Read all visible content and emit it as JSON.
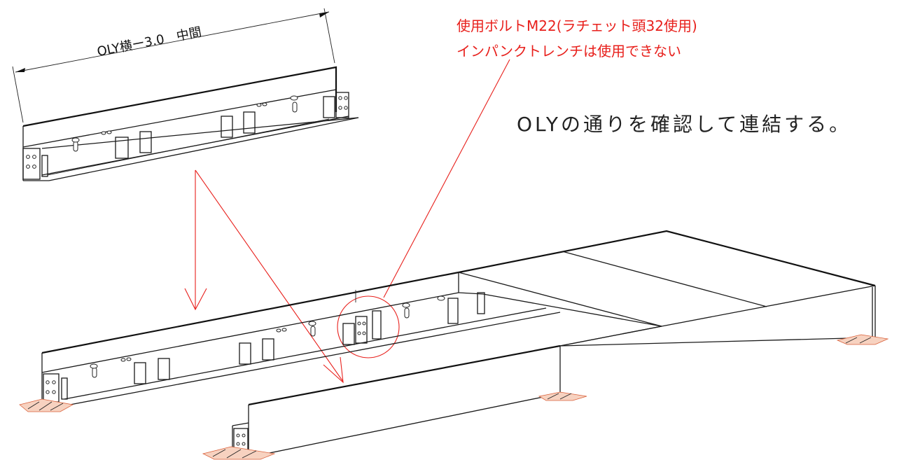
{
  "annotations": {
    "bolt_note_line1": "使用ボルトM22(ラチェット頭32使用)",
    "bolt_note_line2": "インパンクトレンチは使用できない",
    "main_instruction": "OLYの通りを確認して連結する。"
  },
  "dimension": {
    "label": "OLY横ー3.0　中間"
  },
  "colors": {
    "annotation": "#e8201c",
    "line": "#1a1a1a",
    "pad": "#f7d2c0"
  }
}
